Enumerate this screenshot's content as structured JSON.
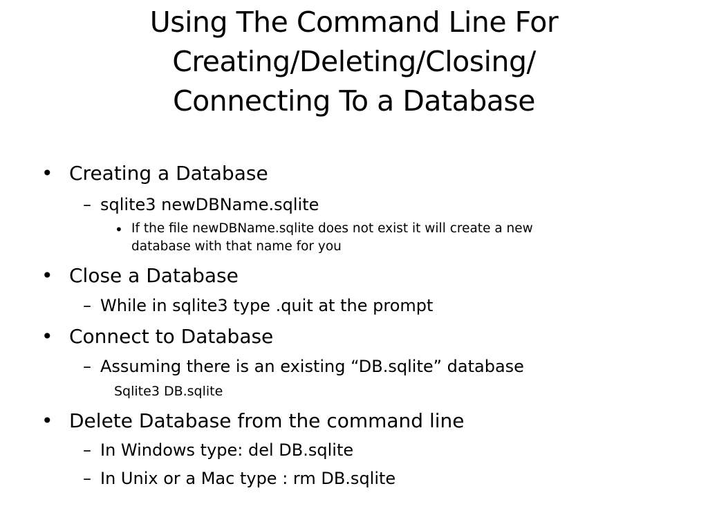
{
  "slide": {
    "title_lines": [
      "Using The Command Line For",
      "Creating/Deleting/Closing/",
      "Connecting To a Database"
    ],
    "bullets": {
      "dot": "•",
      "dash": "–"
    },
    "items": {
      "creating": {
        "heading": "Creating a Database",
        "command": "sqlite3 newDBName.sqlite",
        "note_line1": "If the file newDBName.sqlite does not exist it will create a new",
        "note_line2": "database with that name for you"
      },
      "close": {
        "heading": "Close a Database",
        "detail": "While in sqlite3 type .quit at the prompt"
      },
      "connect": {
        "heading": "Connect to Database",
        "detail": "Assuming there is an existing “DB.sqlite” database",
        "command": "Sqlite3 DB.sqlite"
      },
      "delete": {
        "heading": "Delete Database from the command line",
        "windows": "In Windows type: del DB.sqlite",
        "unix": "In Unix or a Mac type : rm DB.sqlite"
      }
    }
  }
}
